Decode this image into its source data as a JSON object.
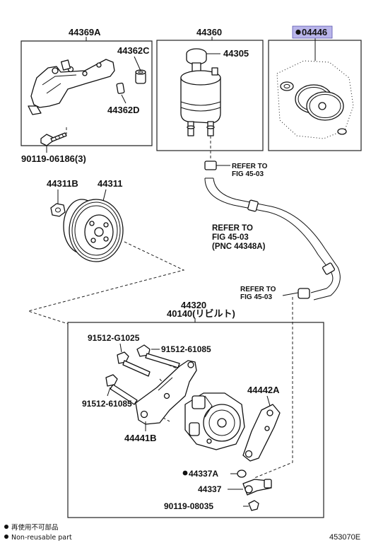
{
  "labels": {
    "bracket_group": "44369A",
    "collar": "44362C",
    "bolt_small": "44362D",
    "bolt_bracket": "90119-06186(3)",
    "reservoir_group": "44360",
    "reservoir_cap": "44305",
    "gasket_kit": "04446",
    "pulley_nut": "44311B",
    "pulley": "44311",
    "pump_group": "44320",
    "pump_rebuilt": "40140(リビルト)",
    "bolt_a": "91512-G1025",
    "bolt_b": "91512-61085",
    "bolt_c": "91512-61085",
    "pump_bracket": "44441B",
    "stay": "44442A",
    "oring": "44337A",
    "union": "44337",
    "union_bolt": "90119-08035"
  },
  "references": {
    "ref_top_1": "REFER TO",
    "ref_top_2": "FIG 45-03",
    "ref_mid_1": "REFER TO",
    "ref_mid_2": "FIG 45-03",
    "ref_mid_3": "(PNC 44348A)",
    "ref_low_1": "REFER TO",
    "ref_low_2": "FIG 45-03"
  },
  "legend": {
    "jp": "再使用不可部品",
    "en": "Non-reusable part"
  },
  "figure_code": "453070E",
  "colors": {
    "highlight": "#b9b5ea",
    "line": "#111111"
  }
}
